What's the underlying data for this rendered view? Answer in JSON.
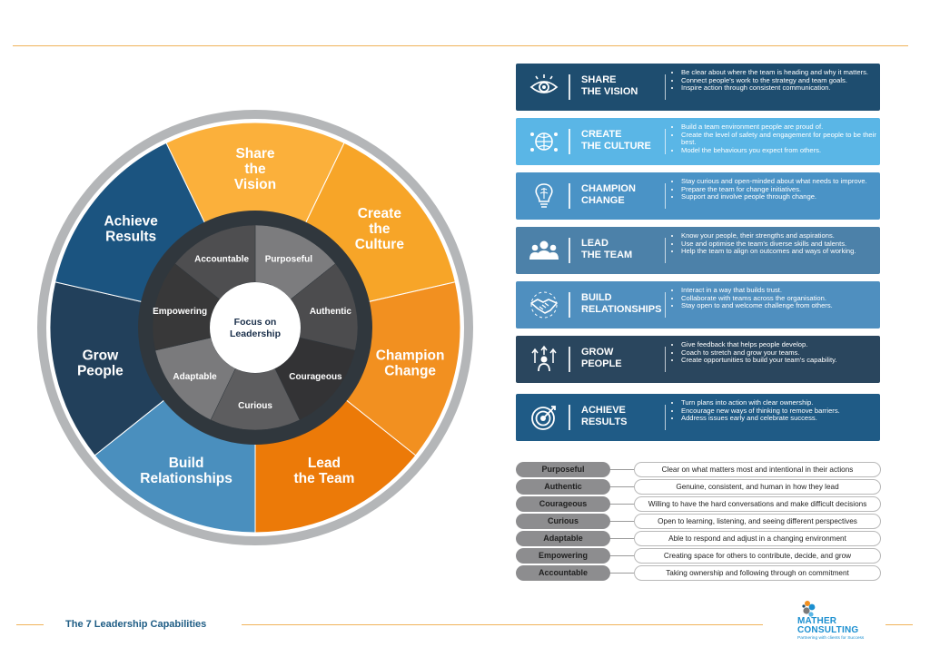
{
  "wheel": {
    "center": {
      "line1": "Focus on",
      "line2": "Leadership"
    },
    "segments": [
      {
        "lines": [
          "Share",
          "the",
          "Vision"
        ],
        "color": "#fbb03b"
      },
      {
        "lines": [
          "Create",
          "the",
          "Culture"
        ],
        "color": "#f7a528"
      },
      {
        "lines": [
          "Champion",
          "Change"
        ],
        "color": "#f29020"
      },
      {
        "lines": [
          "Lead",
          "the Team"
        ],
        "color": "#ec7a08"
      },
      {
        "lines": [
          "Build",
          "Relationships"
        ],
        "color": "#4a8fbe"
      },
      {
        "lines": [
          "Grow",
          "People"
        ],
        "color": "#22405b"
      },
      {
        "lines": [
          "Achieve",
          "Results"
        ],
        "color": "#1b5480"
      }
    ],
    "traits": [
      "Purposeful",
      "Authentic",
      "Courageous",
      "Curious",
      "Adaptable",
      "Empowering",
      "Accountable"
    ]
  },
  "capabilities": [
    {
      "icon": "eye-icon",
      "title": [
        "SHARE",
        "THE VISION"
      ],
      "color": "#1e4d6f",
      "bullets": [
        "Be clear about where the team is heading and why it matters.",
        "Connect people's work to the strategy and team goals.",
        "Inspire action through consistent communication."
      ]
    },
    {
      "icon": "globe-people-icon",
      "title": [
        "CREATE",
        "THE CULTURE"
      ],
      "color": "#5ab6e6",
      "bullets": [
        "Build a team environment people are proud of.",
        "Create the level of safety and engagement for people to be their best.",
        "Model the behaviours you expect from others."
      ]
    },
    {
      "icon": "lightbulb-brain-icon",
      "title": [
        "CHAMPION",
        "CHANGE"
      ],
      "color": "#4a93c6",
      "bullets": [
        "Stay curious and open-minded about what needs to improve.",
        "Prepare the team for change initiatives.",
        "Support and involve people through change."
      ]
    },
    {
      "icon": "team-icon",
      "title": [
        "LEAD",
        "THE TEAM"
      ],
      "color": "#4c81a9",
      "bullets": [
        "Know your people, their strengths and aspirations.",
        "Use and optimise the team's diverse skills and talents.",
        "Help the team to align on outcomes and ways of working."
      ]
    },
    {
      "icon": "handshake-icon",
      "title": [
        "BUILD",
        "RELATIONSHIPS"
      ],
      "color": "#4f8fbf",
      "bullets": [
        "Interact in a way that builds trust.",
        "Collaborate with teams across the organisation.",
        "Stay open to and welcome challenge from others."
      ]
    },
    {
      "icon": "growth-person-icon",
      "title": [
        "GROW",
        "PEOPLE"
      ],
      "color": "#2a465e",
      "bullets": [
        "Give feedback that helps people develop.",
        "Coach to stretch and grow your teams.",
        "Create opportunities to build your team's capability."
      ]
    },
    {
      "icon": "target-icon",
      "title": [
        "ACHIEVE",
        "RESULTS"
      ],
      "color": "#1f5b86",
      "bullets": [
        "Turn plans into action with clear ownership.",
        "Encourage new ways of thinking to remove barriers.",
        "Address issues early and celebrate success."
      ]
    }
  ],
  "traits_table": [
    {
      "label": "Purposeful",
      "desc": "Clear on what matters most and intentional in their actions"
    },
    {
      "label": "Authentic",
      "desc": "Genuine, consistent, and human in how they lead"
    },
    {
      "label": "Courageous",
      "desc": "Willing to have the hard conversations and make difficult decisions"
    },
    {
      "label": "Curious",
      "desc": "Open to learning, listening, and seeing different perspectives"
    },
    {
      "label": "Adaptable",
      "desc": "Able to respond and adjust in a changing environment"
    },
    {
      "label": "Empowering",
      "desc": "Creating space for others to contribute, decide, and grow"
    },
    {
      "label": "Accountable",
      "desc": "Taking ownership and following through on commitment"
    }
  ],
  "footer": {
    "title": "The 7 Leadership Capabilities"
  },
  "logo": {
    "line1": "MATHER",
    "line2": "CONSULTING",
    "tagline": "Partnering with clients for Success"
  }
}
